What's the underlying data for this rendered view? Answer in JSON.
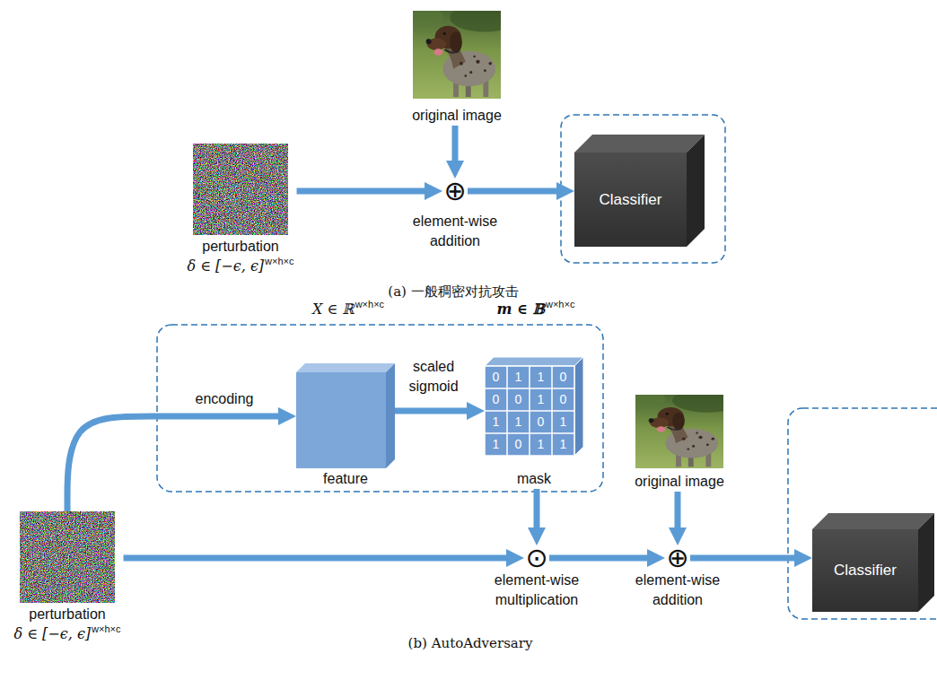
{
  "diagram": {
    "nodes": [
      {
        "text": [
          "original image"
        ]
      },
      {
        "text": [
          "perturbation",
          "δ ∈ [−ϵ, ϵ]",
          "w×h×c"
        ]
      },
      {
        "text": [
          "⊕"
        ]
      },
      {
        "text": [
          "Classifier"
        ]
      },
      {
        "text": [
          "feature"
        ]
      },
      {
        "text": [
          "mask"
        ]
      },
      {
        "text": [
          "original image"
        ]
      },
      {
        "text": [
          "perturbation",
          "δ ∈ [−ϵ, ϵ]",
          "w×h×c"
        ]
      },
      {
        "text": [
          "⊙"
        ]
      },
      {
        "text": [
          "⊕"
        ]
      },
      {
        "text": [
          "Classifier"
        ]
      }
    ],
    "edges": [
      {
        "from": 0,
        "to": 2,
        "arrow": "to"
      },
      {
        "from": 1,
        "to": 2,
        "arrow": "to"
      },
      {
        "from": 2,
        "to": 3,
        "arrow": "to"
      },
      {
        "from": 7,
        "to": 4,
        "arrow": "to",
        "label": "encoding"
      },
      {
        "from": 4,
        "to": 5,
        "arrow": "to",
        "label": "scaled sigmoid"
      },
      {
        "from": 7,
        "to": 8,
        "arrow": "to"
      },
      {
        "from": 5,
        "to": 8,
        "arrow": "to"
      },
      {
        "from": 8,
        "to": 9,
        "arrow": "to"
      },
      {
        "from": 6,
        "to": 9,
        "arrow": "to"
      },
      {
        "from": 9,
        "to": 10,
        "arrow": "to"
      }
    ],
    "labels": [
      "(a) 一般稠密对抗攻击",
      "element-wise addition",
      "X ∈ ℝ",
      "w×h×c",
      "m ∈ 𝔹",
      "w×h×c",
      "0",
      "1",
      "1",
      "0",
      "0",
      "0",
      "1",
      "0",
      "1",
      "1",
      "0",
      "1",
      "1",
      "0",
      "1",
      "1",
      "element-wise multiplication",
      "element-wise addition",
      "(b) AutoAdversary"
    ]
  }
}
